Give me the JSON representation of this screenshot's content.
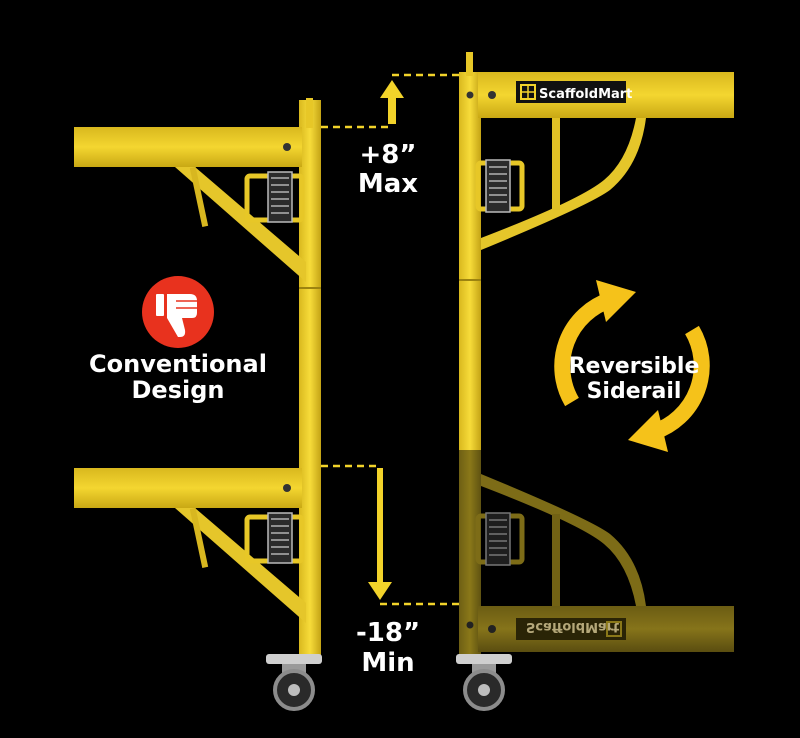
{
  "brand": {
    "name": "ScaffoldMart",
    "tagline_mirrored": "ScaffoldMart"
  },
  "measurements": {
    "top_value": "+8”",
    "top_label": "Max",
    "bottom_value": "-18”",
    "bottom_label": "Min"
  },
  "left_callout": {
    "line1": "Conventional",
    "line2": "Design",
    "icon": "thumbs-down-icon"
  },
  "right_callout": {
    "line1": "Reversible",
    "line2": "Siderail",
    "icon": "rotate-arrows-icon"
  },
  "colors": {
    "background": "#000000",
    "frame_yellow": "#f2d32a",
    "frame_shadow": "#c9a814",
    "frame_dim": "#7a6a16",
    "badge_red": "#e8321e",
    "arrow_yellow": "#f5c21a",
    "text_white": "#ffffff"
  }
}
